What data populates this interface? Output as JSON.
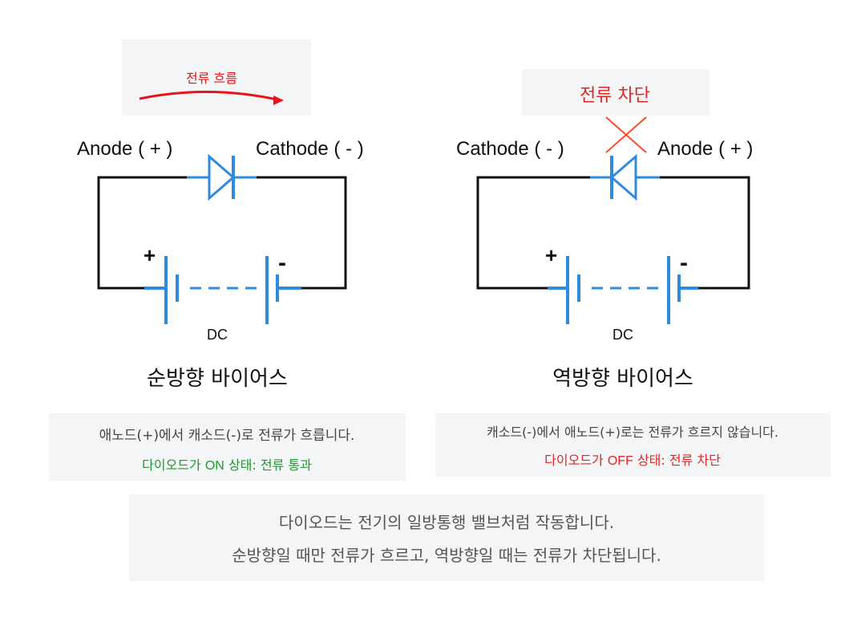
{
  "forward": {
    "arrow_label": "전류 흐름",
    "left_terminal": "Anode ( + )",
    "right_terminal": "Cathode ( - )",
    "plus_sign": "+",
    "minus_sign": "-",
    "source_label": "DC",
    "title": "순방향 바이어스",
    "desc_line1": "애노드(+)에서 캐소드(-)로 전류가 흐릅니다.",
    "state_prefix": "다이오드가 ",
    "state_keyword": "ON",
    "state_suffix": " 상태: 전류 통과"
  },
  "reverse": {
    "block_label": "전류 차단",
    "left_terminal": "Cathode ( - )",
    "right_terminal": "Anode ( + )",
    "plus_sign": "+",
    "minus_sign": "-",
    "source_label": "DC",
    "title": "역방향 바이어스",
    "desc_line1": "캐소드(-)에서 애노드(+)로는 전류가 흐르지 않습니다.",
    "state_prefix": "다이오드가 ",
    "state_keyword": "OFF",
    "state_suffix": " 상태: 전류 차단"
  },
  "summary": {
    "line1": "다이오드는 전기의 일방통행 밸브처럼 작동합니다.",
    "line2": "순방향일 때만 전류가 흐르고, 역방향일 때는 전류가 차단됩니다."
  },
  "colors": {
    "wire": "#111111",
    "component": "#2f8be0",
    "flow_arrow": "#e8141a",
    "block_mark": "#ff4a2a",
    "on_state": "#1e9a2e",
    "off_state": "#e02626"
  }
}
